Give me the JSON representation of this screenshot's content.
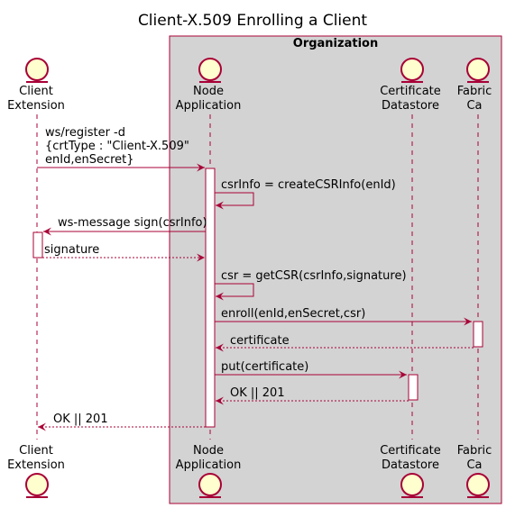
{
  "title": "Client-X.509 Enrolling a Client",
  "group": {
    "label": "Organization"
  },
  "participants": {
    "client": {
      "line1": "Client",
      "line2": "Extension"
    },
    "node": {
      "line1": "Node",
      "line2": "Application"
    },
    "datastore": {
      "line1": "Certificate",
      "line2": "Datastore"
    },
    "fabric": {
      "line1": "Fabric",
      "line2": "Ca"
    }
  },
  "messages": {
    "m1": {
      "line1": "ws/register -d",
      "line2": "{crtType : \"Client-X.509\"",
      "line3": "enId,enSecret}"
    },
    "m2": "csrInfo = createCSRInfo(enId)",
    "m3": "ws-message sign(csrInfo)",
    "m4": "signature",
    "m5": "csr = getCSR(csrInfo,signature)",
    "m6": "enroll(enId,enSecret,csr)",
    "m7": "certificate",
    "m8": "put(certificate)",
    "m9": "OK || 201",
    "m10": "OK || 201"
  },
  "colors": {
    "arrow": "#A80036",
    "participant_fill": "#FEFECE",
    "group_fill": "#D3D3D3",
    "group_border": "#A80036"
  }
}
